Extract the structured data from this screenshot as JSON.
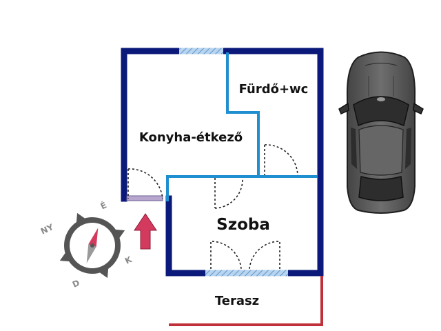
{
  "rooms": {
    "bathroom": "Fürdő+wc",
    "kitchen": "Konyha-étkező",
    "room": "Szoba",
    "terrace": "Terasz"
  },
  "compass": {
    "north": "É",
    "east": "K",
    "south": "D",
    "west": "NY"
  },
  "icons": {
    "entrance": "entrance-arrow-icon",
    "car": "car-icon",
    "compass": "compass-icon"
  },
  "colors": {
    "outer_wall": "#0b1a7a",
    "inner_wall": "#1f8fd0",
    "window": "#9cc3e6",
    "terrace_line": "#c0303b",
    "entrance_arrow": "#d43a5e",
    "car_body": "#555555",
    "compass_ring": "#555555"
  }
}
